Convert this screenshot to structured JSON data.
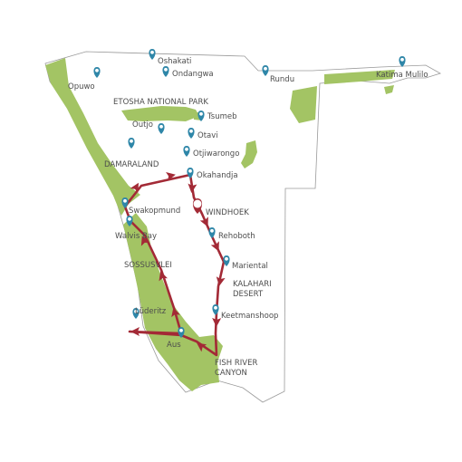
{
  "colors": {
    "park": "#a3c464",
    "border": "#9a9a9a",
    "route": "#a32a36",
    "pin": "#2e86a8",
    "label": "#4d4d4d"
  },
  "places": {
    "oshakati": "Oshakati",
    "ondangwa": "Ondangwa",
    "opuwo": "Opuwo",
    "rundu": "Rundu",
    "katima_mulilo": "Katima Mulilo",
    "etosha": "ETOSHA NATIONAL PARK",
    "outjo": "Outjo",
    "tsumeb": "Tsumeb",
    "otavi": "Otavi",
    "otjiwarongo": "Otjiwarongo",
    "damaraland": "DAMARALAND",
    "okahandja": "Okahandja",
    "swakopmund": "Swakopmund",
    "windhoek": "WINDHOEK",
    "walvis_bay": "Walvis Bay",
    "rehoboth": "Rehoboth",
    "sossusvlei": "SOSSUSVLEI",
    "mariental": "Mariental",
    "kalahari_1": "KALAHARI",
    "kalahari_2": "DESERT",
    "luderitz": "Lüderitz",
    "keetmanshoop": "Keetmanshoop",
    "aus": "Aus",
    "fish_river_1": "FISH RIVER",
    "fish_river_2": "CANYON"
  }
}
